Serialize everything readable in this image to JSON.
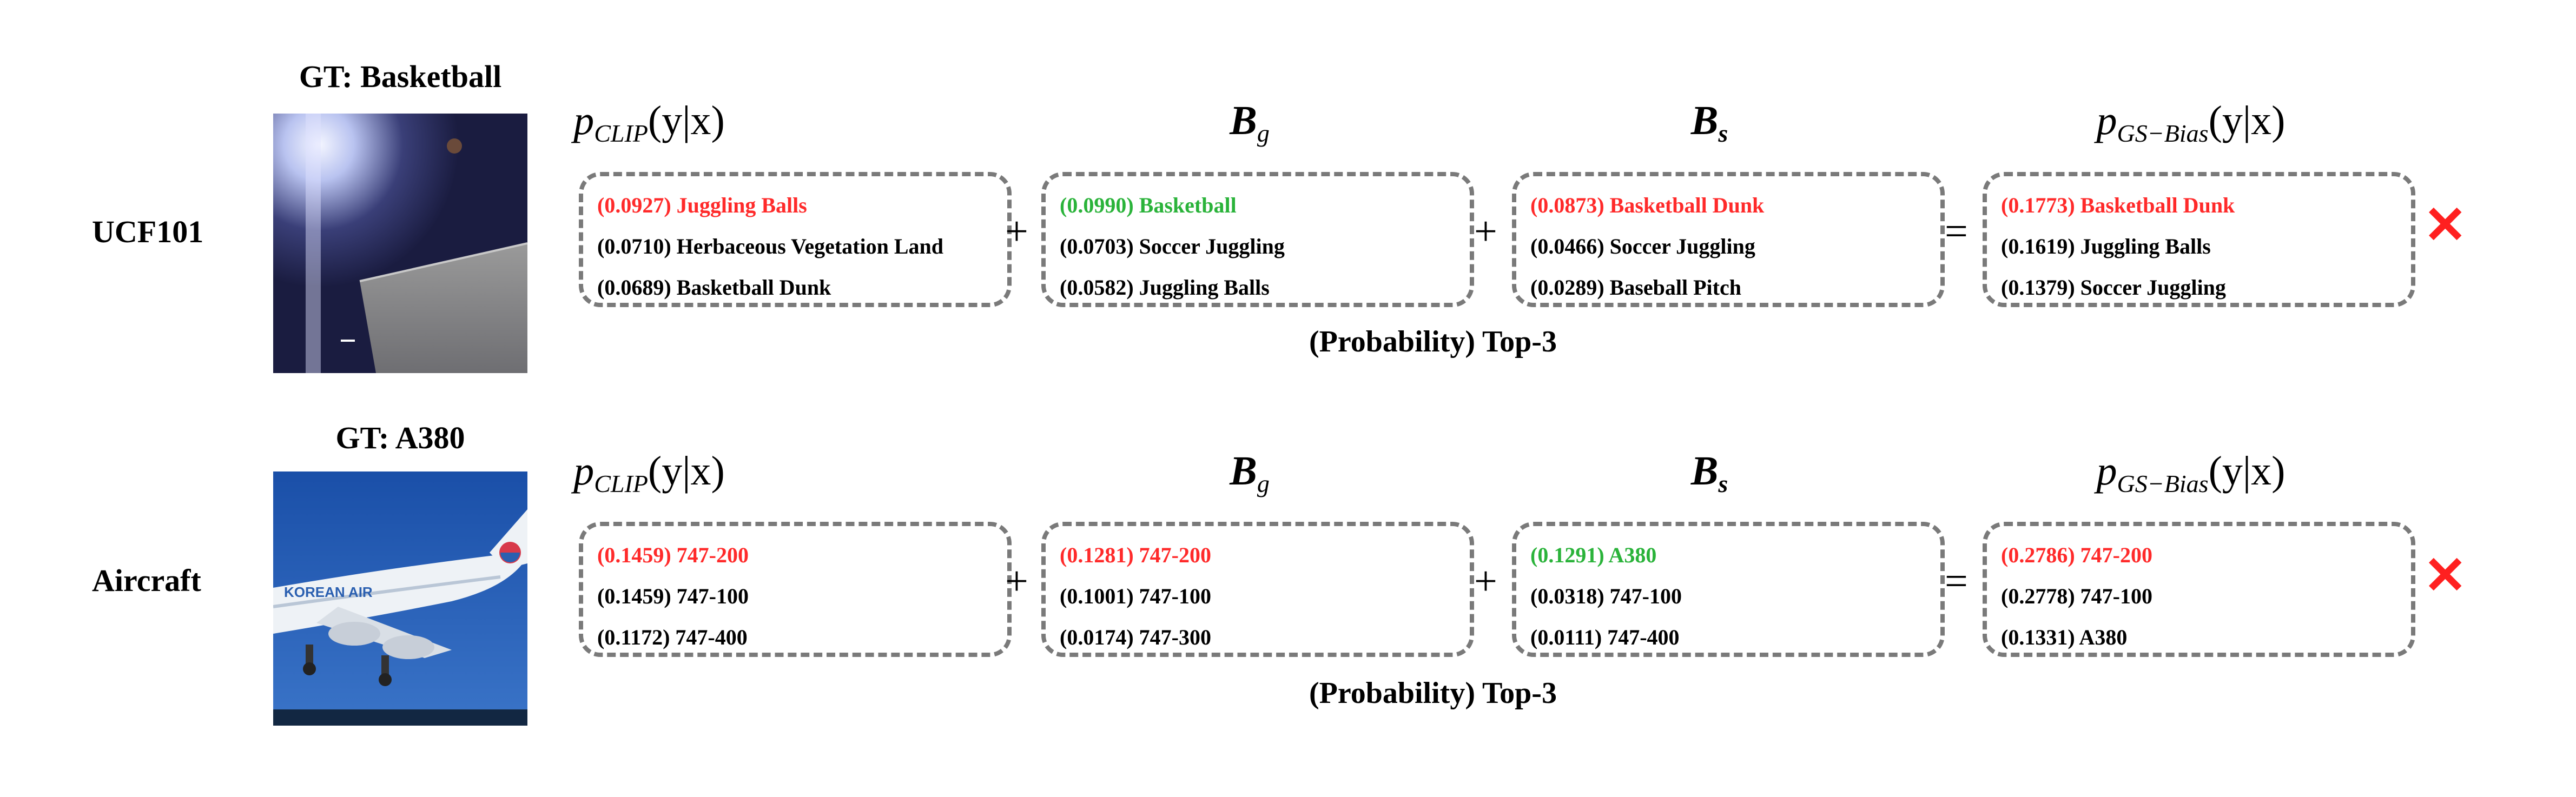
{
  "rows": [
    {
      "dataset": "UCF101",
      "gt": "GT: Basketball",
      "photo_desc": "basketball",
      "terms": [
        {
          "title_main": "p",
          "title_sub": "CLIP",
          "title_rest": "(y|x)",
          "items": [
            {
              "text": "(0.0927) Juggling Balls",
              "color": "red"
            },
            {
              "text": "(0.0710) Herbaceous Vegetation Land",
              "color": "black"
            },
            {
              "text": "(0.0689) Basketball Dunk",
              "color": "black"
            }
          ]
        },
        {
          "title_main": "B",
          "title_sub": "g",
          "title_rest": "",
          "items": [
            {
              "text": "(0.0990) Basketball",
              "color": "green"
            },
            {
              "text": "(0.0703) Soccer Juggling",
              "color": "black"
            },
            {
              "text": "(0.0582) Juggling Balls",
              "color": "black"
            }
          ]
        },
        {
          "title_main": "B",
          "title_sub": "s",
          "title_rest": "",
          "items": [
            {
              "text": "(0.0873) Basketball Dunk",
              "color": "red"
            },
            {
              "text": "(0.0466) Soccer Juggling",
              "color": "black"
            },
            {
              "text": "(0.0289) Baseball Pitch",
              "color": "black"
            }
          ]
        },
        {
          "title_main": "p",
          "title_sub": "GS−Bias",
          "title_rest": "(y|x)",
          "items": [
            {
              "text": "(0.1773) Basketball Dunk",
              "color": "red"
            },
            {
              "text": "(0.1619) Juggling Balls",
              "color": "black"
            },
            {
              "text": "(0.1379) Soccer Juggling",
              "color": "black"
            }
          ]
        }
      ],
      "ops": [
        "+",
        "+",
        "="
      ],
      "caption": "(Probability) Top-3",
      "verdict": "✕"
    },
    {
      "dataset": "Aircraft",
      "gt": "GT: A380",
      "photo_desc": "aircraft",
      "terms": [
        {
          "title_main": "p",
          "title_sub": "CLIP",
          "title_rest": "(y|x)",
          "items": [
            {
              "text": "(0.1459) 747-200",
              "color": "red"
            },
            {
              "text": "(0.1459) 747-100",
              "color": "black"
            },
            {
              "text": "(0.1172) 747-400",
              "color": "black"
            }
          ]
        },
        {
          "title_main": "B",
          "title_sub": "g",
          "title_rest": "",
          "items": [
            {
              "text": "(0.1281) 747-200",
              "color": "red"
            },
            {
              "text": "(0.1001) 747-100",
              "color": "black"
            },
            {
              "text": "(0.0174) 747-300",
              "color": "black"
            }
          ]
        },
        {
          "title_main": "B",
          "title_sub": "s",
          "title_rest": "",
          "items": [
            {
              "text": "(0.1291) A380",
              "color": "green"
            },
            {
              "text": "(0.0318) 747-100",
              "color": "black"
            },
            {
              "text": "(0.0111) 747-400",
              "color": "black"
            }
          ]
        },
        {
          "title_main": "p",
          "title_sub": "GS−Bias",
          "title_rest": "(y|x)",
          "items": [
            {
              "text": "(0.2786) 747-200",
              "color": "red"
            },
            {
              "text": "(0.2778) 747-100",
              "color": "black"
            },
            {
              "text": "(0.1331) A380",
              "color": "black"
            }
          ]
        }
      ],
      "ops": [
        "+",
        "+",
        "="
      ],
      "caption": "(Probability) Top-3",
      "verdict": "✕"
    }
  ],
  "colors": {
    "red": "#ff2a2a",
    "green": "#2ab33a",
    "border": "#7a7a7a"
  }
}
